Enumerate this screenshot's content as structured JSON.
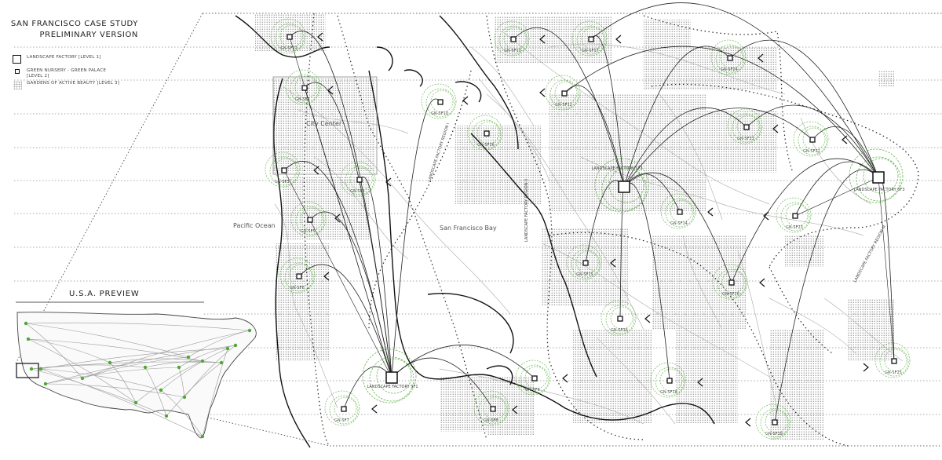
{
  "title": {
    "line1": "SAN FRANCISCO CASE STUDY",
    "line2": "PRELIMINARY VERSION"
  },
  "legend": {
    "level1": "LANDSCAPE FACTORY [LEVEL 1]",
    "level2": "GREEN NURSERY - GREEN PALACE [LEVEL 2]",
    "level3": "GARDENS OF ACTIVE BEAUTY [LEVEL 3]"
  },
  "inset": {
    "title": "U.S.A. PREVIEW"
  },
  "places": {
    "city_center": "City Center",
    "pacific": "Pacific Ocean",
    "bay": "San Francisco Bay"
  },
  "factories": [
    {
      "id": "f1",
      "label": "LANDSCAPE FACTORY SF1"
    },
    {
      "id": "f2",
      "label": "LANDSCAPE FACTORY SF2"
    },
    {
      "id": "f3",
      "label": "LANDSCAPE FACTORY SF3"
    }
  ],
  "regions": [
    {
      "id": "r1",
      "label": "LANDSCAPE FACTORY REGION I"
    },
    {
      "id": "r2",
      "label": "LANDSCAPE FACTORY REGION II"
    },
    {
      "id": "r3",
      "label": "LANDSCAPE FACTORY REGION III"
    }
  ],
  "nurseries": [
    {
      "id": "n11",
      "label": "GN-SF11"
    },
    {
      "id": "n2",
      "label": "GN-SF2"
    },
    {
      "id": "n3",
      "label": "GN-SF3"
    },
    {
      "id": "n4",
      "label": "GN-SF4"
    },
    {
      "id": "n5",
      "label": "GN-SF5"
    },
    {
      "id": "n6",
      "label": "GN-SF6"
    },
    {
      "id": "n7",
      "label": "GN-SF7"
    },
    {
      "id": "n8",
      "label": "GN-SF8"
    },
    {
      "id": "n9",
      "label": "GN-SF9"
    },
    {
      "id": "n10",
      "label": "GN-SF10"
    },
    {
      "id": "n12",
      "label": "GN-SF12"
    },
    {
      "id": "n13",
      "label": "GN-SF13"
    },
    {
      "id": "n14",
      "label": "GN-SF14"
    },
    {
      "id": "n15",
      "label": "GN-SF15"
    },
    {
      "id": "n16",
      "label": "GN-SF16"
    },
    {
      "id": "n17",
      "label": "GN-SF17"
    },
    {
      "id": "n18",
      "label": "GN-SF18"
    },
    {
      "id": "n19",
      "label": "GN-SF19"
    },
    {
      "id": "n20",
      "label": "GN-SF20"
    },
    {
      "id": "n21",
      "label": "GN-SF21"
    },
    {
      "id": "n22",
      "label": "GN-SF22"
    },
    {
      "id": "n23",
      "label": "GN-SF23"
    },
    {
      "id": "n24",
      "label": "GN-SF24"
    },
    {
      "id": "n25",
      "label": "GN-SF25"
    },
    {
      "id": "n26",
      "label": "GN-SF26"
    }
  ],
  "colors": {
    "ink": "#222222",
    "grey": "#b5b5b5",
    "green": "#4ea832",
    "dot": "#a8a8a8"
  }
}
